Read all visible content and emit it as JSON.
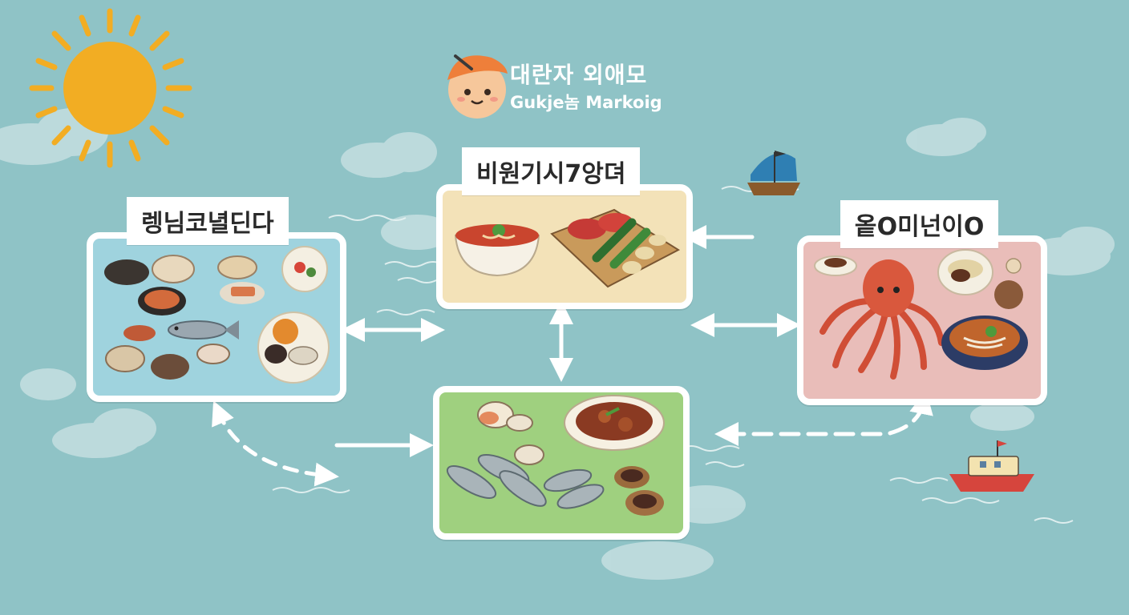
{
  "brand": {
    "title": "대란자 외애모",
    "subtitle": "Gukje놈 Markoig"
  },
  "panels": {
    "left": {
      "label": "렝님코녈딘다",
      "color": "#9fd3de"
    },
    "top": {
      "label": "비원기시7앙뎌",
      "color": "#f3e2b8"
    },
    "right": {
      "label": "옽O미넌이O",
      "color": "#e9bdb9"
    },
    "bottom": {
      "label": "",
      "color": "#9fd07f"
    }
  },
  "colors": {
    "sea": "#8fc3c6",
    "sun": "#f2ad23",
    "boat_blue": "#2f7fb3",
    "boat_red": "#d6453d"
  },
  "icons": [
    "sun-icon",
    "mascot-icon",
    "cloud-icon",
    "sailboat-icon",
    "ferry-icon",
    "octopus-icon",
    "fish-icon",
    "clam-icon",
    "bowl-icon"
  ]
}
